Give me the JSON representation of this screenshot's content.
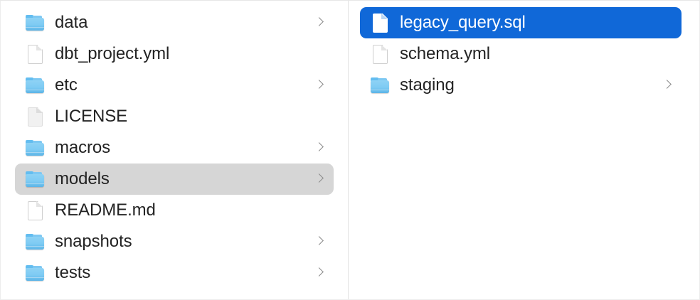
{
  "view": {
    "kind": "finder-column-view",
    "background": "#ffffff",
    "divider_color": "#e3e3e3",
    "selection_blue": "#1068d8",
    "selection_gray": "#d6d6d6",
    "label_color": "#232323",
    "label_color_selected": "#ffffff",
    "chevron_color": "#8b8b8b"
  },
  "columns": [
    {
      "name": "parent-column",
      "items": [
        {
          "label": "data",
          "icon": "folder-icon",
          "has_chevron": true,
          "selected": false,
          "selection_style": "none"
        },
        {
          "label": "dbt_project.yml",
          "icon": "document-icon",
          "has_chevron": false,
          "selected": false,
          "selection_style": "none"
        },
        {
          "label": "etc",
          "icon": "folder-icon",
          "has_chevron": true,
          "selected": false,
          "selection_style": "none"
        },
        {
          "label": "LICENSE",
          "icon": "document-plain-icon",
          "has_chevron": false,
          "selected": false,
          "selection_style": "none"
        },
        {
          "label": "macros",
          "icon": "folder-icon",
          "has_chevron": true,
          "selected": false,
          "selection_style": "none"
        },
        {
          "label": "models",
          "icon": "folder-icon",
          "has_chevron": true,
          "selected": true,
          "selection_style": "gray"
        },
        {
          "label": "README.md",
          "icon": "document-icon",
          "has_chevron": false,
          "selected": false,
          "selection_style": "none"
        },
        {
          "label": "snapshots",
          "icon": "folder-icon",
          "has_chevron": true,
          "selected": false,
          "selection_style": "none"
        },
        {
          "label": "tests",
          "icon": "folder-icon",
          "has_chevron": true,
          "selected": false,
          "selection_style": "none"
        }
      ]
    },
    {
      "name": "child-column",
      "items": [
        {
          "label": "legacy_query.sql",
          "icon": "document-icon",
          "has_chevron": false,
          "selected": true,
          "selection_style": "blue"
        },
        {
          "label": "schema.yml",
          "icon": "document-icon",
          "has_chevron": false,
          "selected": false,
          "selection_style": "none"
        },
        {
          "label": "staging",
          "icon": "folder-icon",
          "has_chevron": true,
          "selected": false,
          "selection_style": "none"
        }
      ]
    }
  ]
}
